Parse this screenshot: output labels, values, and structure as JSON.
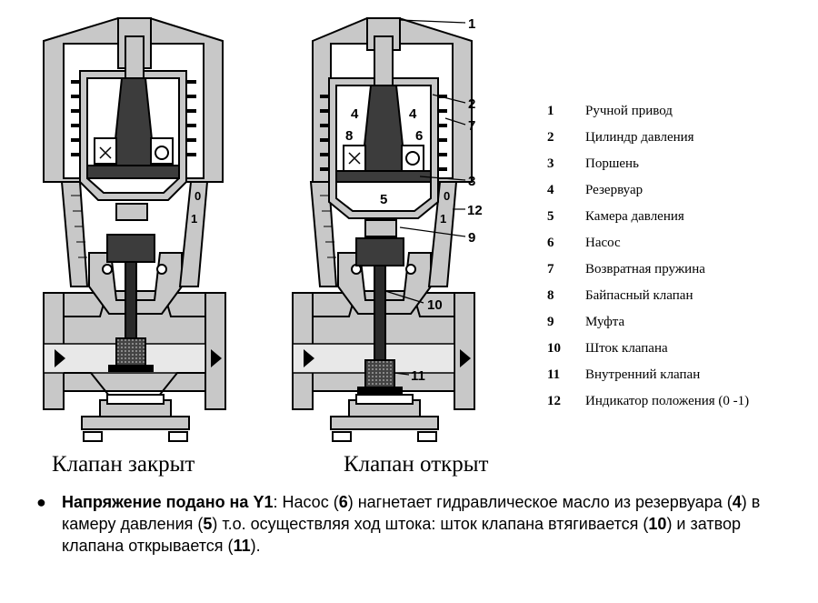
{
  "callouts": {
    "c1": "1",
    "c2": "2",
    "c3": "3",
    "c4a": "4",
    "c4b": "4",
    "c5": "5",
    "c6": "6",
    "c7": "7",
    "c8": "8",
    "c9": "9",
    "c10": "10",
    "c11": "11",
    "c12": "12",
    "scale_closed_0": "0",
    "scale_closed_1": "1",
    "scale_open_0": "0",
    "scale_open_1": "1"
  },
  "captions": {
    "closed": "Клапан закрыт",
    "open": "Клапан открыт"
  },
  "legend": [
    {
      "num": "1",
      "label": "Ручной привод"
    },
    {
      "num": "2",
      "label": "Цилиндр давления"
    },
    {
      "num": "3",
      "label": "Поршень"
    },
    {
      "num": "4",
      "label": "Резервуар"
    },
    {
      "num": "5",
      "label": "Камера давления"
    },
    {
      "num": "6",
      "label": "Насос"
    },
    {
      "num": "7",
      "label": "Возвратная пружина"
    },
    {
      "num": "8",
      "label": "Байпасный клапан"
    },
    {
      "num": "9",
      "label": "Муфта"
    },
    {
      "num": "10",
      "label": "Шток клапана"
    },
    {
      "num": "11",
      "label": "Внутренний клапан"
    },
    {
      "num": "12",
      "label": "Индикатор положения (0 -1)"
    }
  ],
  "note": {
    "bold": "Напряжение подано на Y1",
    "t1": ": Насос (",
    "n1": "6",
    "t2": ") нагнетает гидравлическое масло из резервуара (",
    "n2": "4",
    "t3": ") в камеру давления (",
    "n3": "5",
    "t4": ") т.о. осуществляя ход штока: шток клапана втягивается (",
    "n4": "10",
    "t5": ") и затвор клапана открывается (",
    "n5": "11",
    "t6": ")."
  },
  "colors": {
    "outline": "#000000",
    "light_gray": "#c8c8c8",
    "mid_gray": "#9a9a9a",
    "dark_gray": "#3c3c3c",
    "white": "#ffffff"
  }
}
